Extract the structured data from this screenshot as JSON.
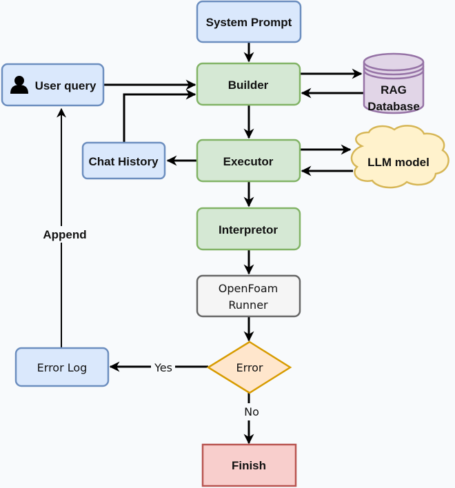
{
  "diagram": {
    "nodes": {
      "system_prompt": "System Prompt",
      "builder": "Builder",
      "user_query": "User query",
      "rag_line1": "RAG",
      "rag_line2": "Database",
      "chat_history": "Chat History",
      "executor": "Executor",
      "llm_model": "LLM model",
      "interpretor": "Interpretor",
      "openfoam_line1": "OpenFoam",
      "openfoam_line2": "Runner",
      "error": "Error",
      "error_log": "Error Log",
      "finish": "Finish"
    },
    "edge_labels": {
      "append": "Append",
      "yes": "Yes",
      "no": "No"
    },
    "icons": {
      "user_query": "user-icon"
    },
    "colors": {
      "blue_fill": "#dae8fc",
      "blue_stroke": "#6c8ebf",
      "green_fill": "#d5e8d4",
      "green_stroke": "#82b366",
      "purple_fill": "#e1d5e7",
      "purple_stroke": "#9673a6",
      "yellow_fill": "#fff2cc",
      "yellow_stroke": "#d6b656",
      "gray_fill": "#f5f5f5",
      "gray_stroke": "#666666",
      "orange_fill": "#ffe6cc",
      "orange_stroke": "#d79b00",
      "red_fill": "#f8cecc",
      "red_stroke": "#b85450"
    }
  }
}
